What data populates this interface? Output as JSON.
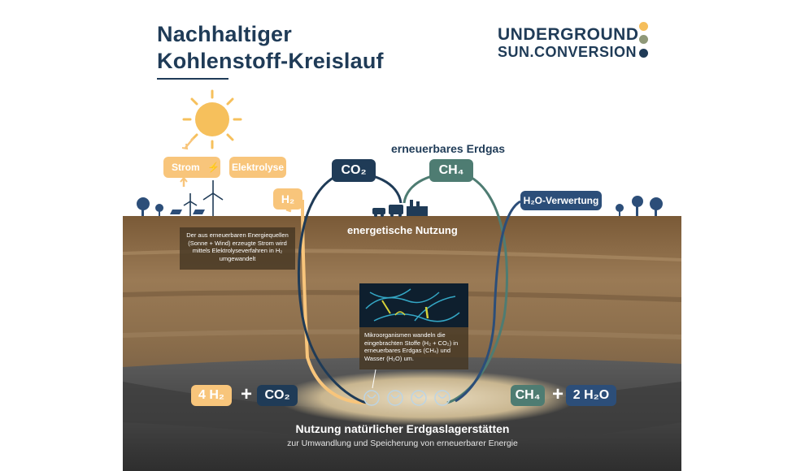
{
  "title": {
    "line1": "Nachhaltiger",
    "line2": "Kohlenstoff-Kreislauf"
  },
  "logo": {
    "line1": "UNDERGROUND",
    "line2": "SUN.CONVERSION"
  },
  "labels": {
    "strom": "Strom",
    "elektrolyse": "Elektrolyse",
    "h2": "H₂",
    "co2": "CO₂",
    "ch4": "CH₄",
    "erneuerbares_erdgas": "erneuerbares Erdgas",
    "h2o_verwertung": "H₂O-Verwertung",
    "energetische_nutzung": "energetische Nutzung"
  },
  "notes": {
    "energie": "Der aus erneuerbaren Energiequellen (Sonne + Wind) erzeugte Strom wird mittels Elektrolyseverfahren in H₂ umgewandelt",
    "mikro": "Mikroorganismen wandeln die eingebrachten Stoffe (H₂ + CO₂) in erneuerbares Erdgas (CH₄) und Wasser (H₂O) um."
  },
  "equation": {
    "left1": "4 H₂",
    "plus": "+",
    "left2": "CO₂",
    "right1": "CH₄",
    "right2": "2 H₂O"
  },
  "bottom": {
    "title": "Nutzung natürlicher Erdgaslagerstätten",
    "subtitle": "zur Umwandlung und Speicherung von erneuerbarer Energie"
  },
  "colors": {
    "navy": "#1f3b57",
    "orange": "#f8c57b",
    "green": "#4e7c72",
    "blue": "#2c4e79",
    "sun": "#f6c05c"
  },
  "icons": [
    "sun-icon",
    "lightning-icon",
    "wind-turbine-icon",
    "solar-panel-icon",
    "tree-icon",
    "car-icon",
    "bus-icon",
    "factory-icon",
    "microbe-icon"
  ]
}
